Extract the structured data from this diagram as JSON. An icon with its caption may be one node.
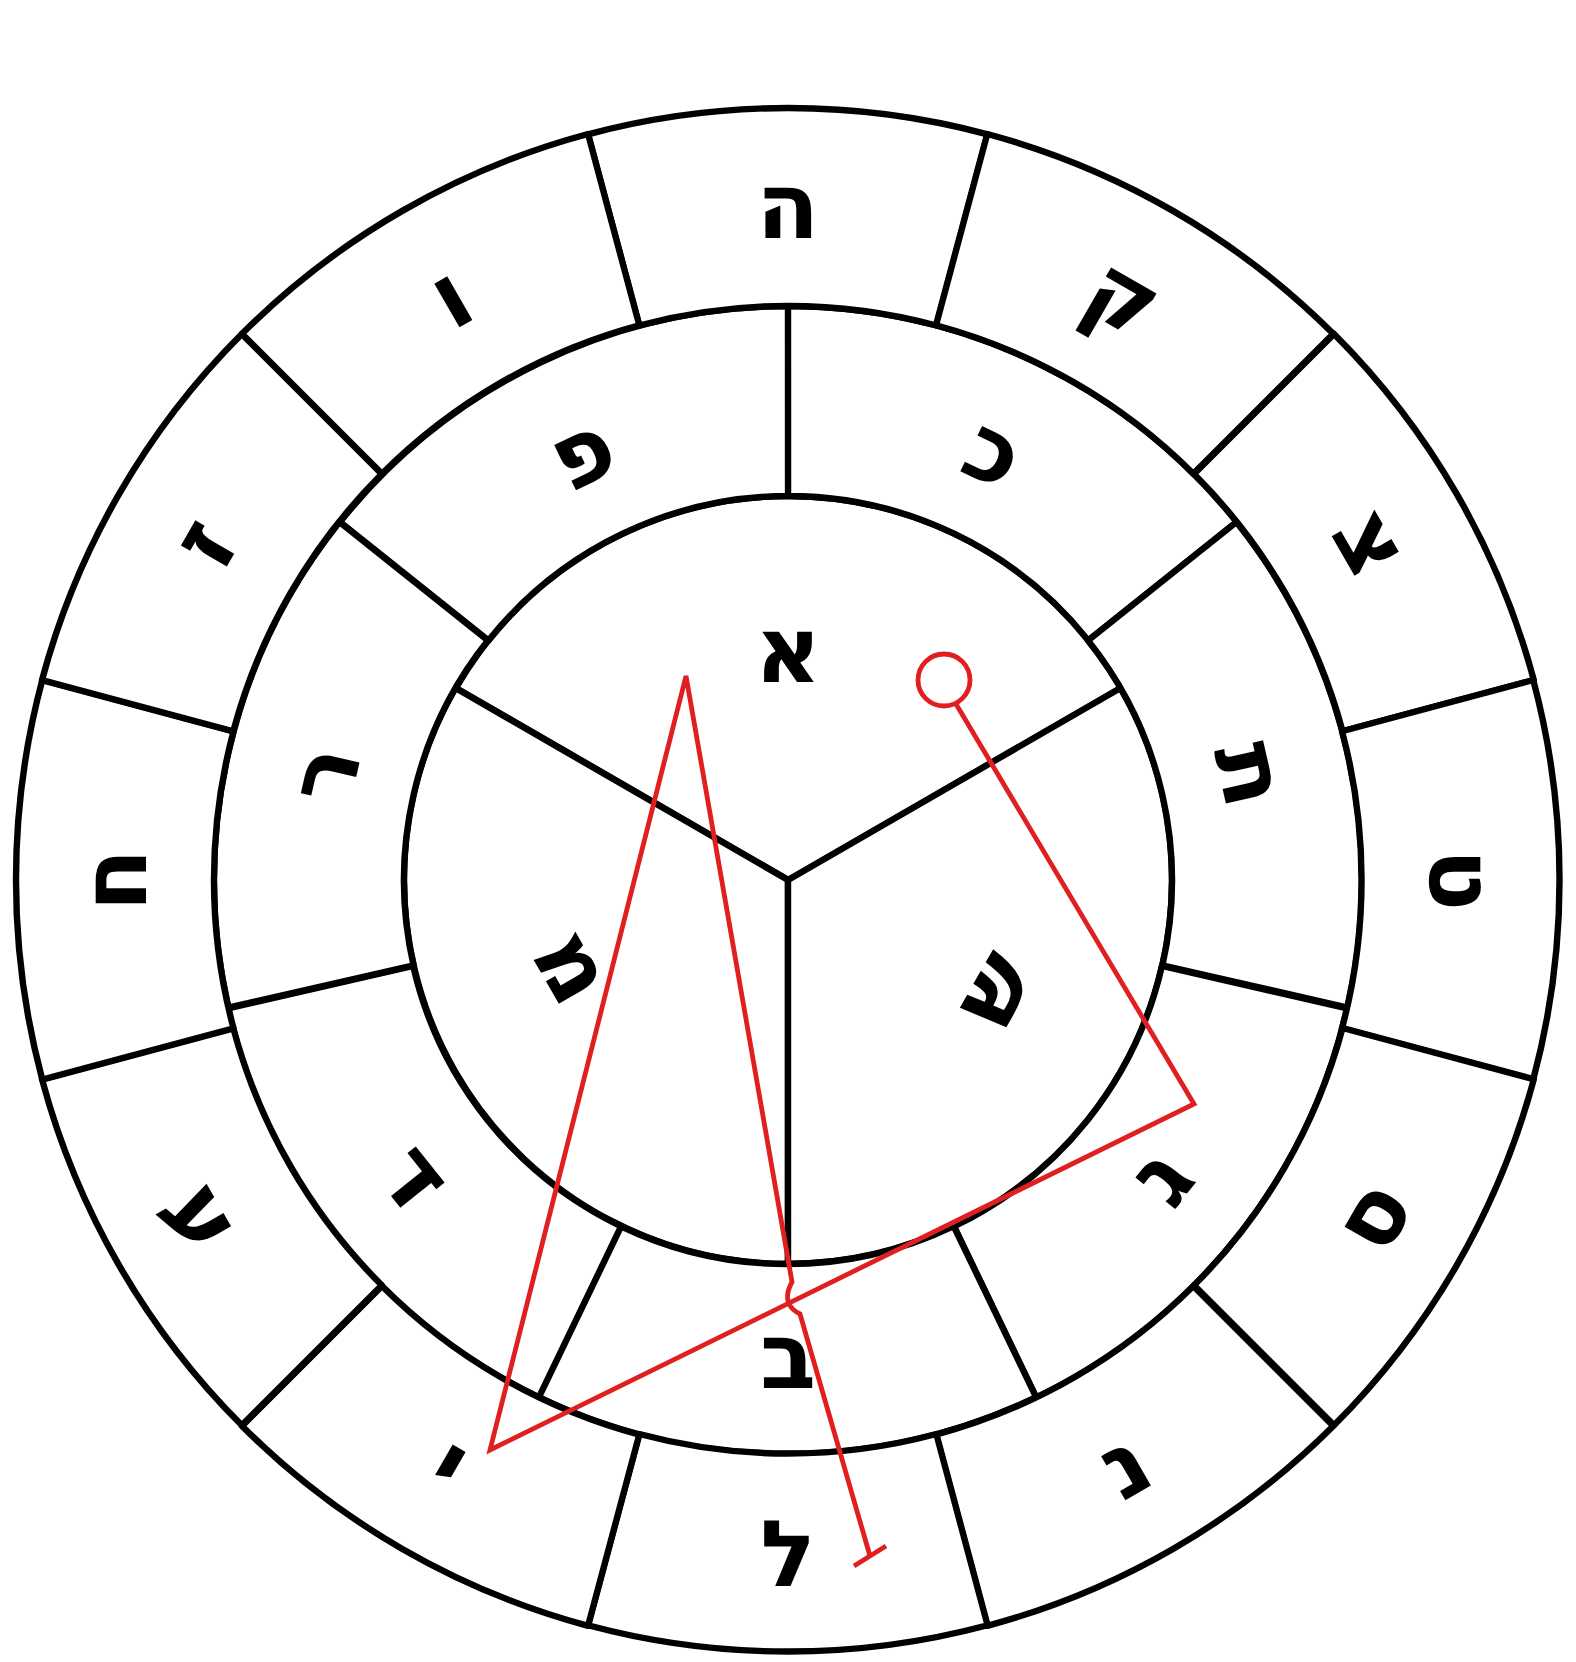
{
  "diagram": {
    "nodes": [
      {
        "text": [
          "א"
        ]
      },
      {
        "text": [
          "מ"
        ]
      },
      {
        "text": [
          "ש"
        ]
      },
      {
        "text": [
          "פ"
        ]
      },
      {
        "text": [
          "כ"
        ]
      },
      {
        "text": [
          "ת"
        ]
      },
      {
        "text": [
          "ג"
        ]
      },
      {
        "text": [
          "ב"
        ]
      },
      {
        "text": [
          "ד"
        ]
      },
      {
        "text": [
          "ר"
        ]
      },
      {
        "text": [
          "ה"
        ]
      },
      {
        "text": [
          "ק"
        ]
      },
      {
        "text": [
          "צ"
        ]
      },
      {
        "text": [
          "ט"
        ]
      },
      {
        "text": [
          "ס"
        ]
      },
      {
        "text": [
          "נ"
        ]
      },
      {
        "text": [
          "ל"
        ]
      },
      {
        "text": [
          "י"
        ]
      },
      {
        "text": [
          "ע"
        ]
      },
      {
        "text": [
          "ח"
        ]
      },
      {
        "text": [
          "ז"
        ]
      },
      {
        "text": [
          "ו"
        ]
      }
    ]
  }
}
